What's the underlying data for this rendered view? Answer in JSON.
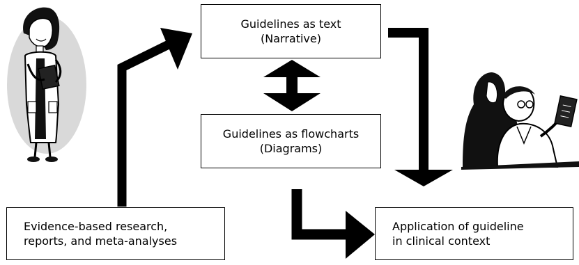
{
  "boxes": {
    "narrative": {
      "line1": "Guidelines as text",
      "line2": "(Narrative)"
    },
    "flowcharts": {
      "line1": "Guidelines as flowcharts",
      "line2": "(Diagrams)"
    },
    "evidence": {
      "line1": "Evidence-based research,",
      "line2": "reports, and meta-analyses"
    },
    "application": {
      "line1": "Application of guideline",
      "line2": "in clinical context"
    }
  },
  "illustrations": {
    "left": "nurse-with-clipboard",
    "right": "clinicians-reviewing-xray"
  },
  "colors": {
    "line": "#000000",
    "oval": "#d9d9d9"
  }
}
